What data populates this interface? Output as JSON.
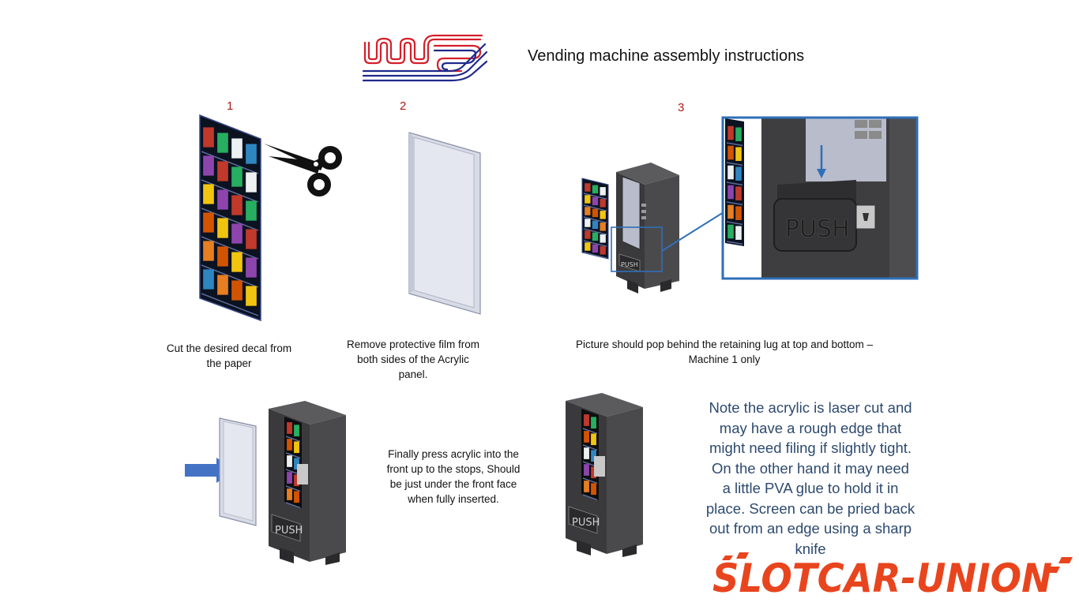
{
  "header": {
    "title": "Vending machine assembly instructions"
  },
  "colors": {
    "logo_red": "#d4202a",
    "logo_blue": "#1f2a8a",
    "step_number": "#b01818",
    "note_text": "#2d4a6e",
    "highlight_blue": "#2f6fb8",
    "arrow_blue": "#4472c4",
    "brand_orange": "#e8451e"
  },
  "steps": [
    {
      "number": "1",
      "caption_lines": [
        "Cut the desired decal from",
        "the paper"
      ]
    },
    {
      "number": "2",
      "caption_lines": [
        "Remove protective film from",
        "both sides of the Acrylic",
        "panel."
      ]
    },
    {
      "number": "3",
      "caption_lines": [
        "Picture should pop behind the retaining lug at top and bottom –",
        "Machine 1 only"
      ]
    }
  ],
  "final_step": {
    "caption_lines": [
      "Finally press acrylic into the",
      "front up to the stops, Should",
      "be just under the front face",
      "when fully inserted."
    ]
  },
  "note": {
    "lines": [
      "Note the acrylic is laser cut and",
      "may have a rough edge that",
      "might need filing if slightly tight.",
      "On the other hand it may need",
      "a little PVA glue to hold it in",
      "place. Screen can be pried back",
      "out from an edge using a sharp",
      "knife"
    ]
  },
  "machine_labels": {
    "push": "PUSH"
  },
  "brand_footer": {
    "text": "SLOTCAR-UNION"
  },
  "icons": {
    "logo": "wms-logo",
    "scissors": "scissors-icon",
    "insert_arrow": "arrow-right-icon",
    "down_arrow": "arrow-down-icon"
  }
}
